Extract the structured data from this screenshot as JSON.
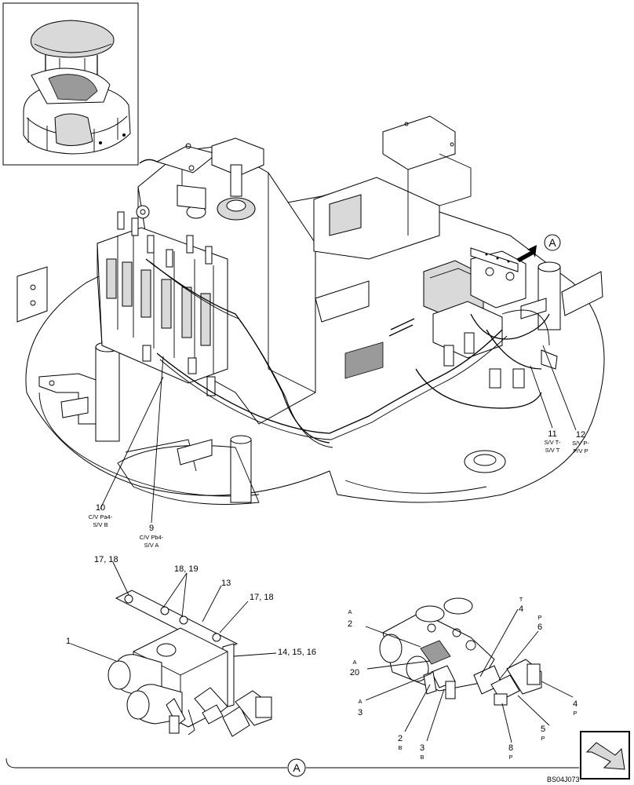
{
  "drawing_id": "BS04J073",
  "view_marker": "A",
  "colors": {
    "ink": "#000000",
    "paper": "#ffffff",
    "shade": "#d9d9d9"
  },
  "icons": {
    "nav": "next-page-arrow-icon",
    "inset": "machine-overview-inset"
  },
  "callouts": {
    "c10": {
      "num": "10",
      "l1": "C/V Pa4-",
      "l2": "S/V B"
    },
    "c9": {
      "num": "9",
      "l1": "C/V Pb4-",
      "l2": "S/V A"
    },
    "c11": {
      "num": "11",
      "l1": "S/V T-",
      "l2": "S/V T"
    },
    "c12": {
      "num": "12",
      "l1": "S/V P-",
      "l2": "P/V P"
    },
    "c1": {
      "num": "1"
    },
    "c13": {
      "num": "13"
    },
    "c1718a": {
      "num": "17, 18"
    },
    "c1819": {
      "num": "18, 19"
    },
    "c1718b": {
      "num": "17, 18"
    },
    "c141516": {
      "num": "14, 15, 16"
    },
    "c2a": {
      "num": "2",
      "sub": "A"
    },
    "c20": {
      "num": "20",
      "sub": "A"
    },
    "c3a": {
      "num": "3",
      "sub": "A"
    },
    "c2b": {
      "num": "2",
      "sub": "B"
    },
    "c3b": {
      "num": "3",
      "sub": "B"
    },
    "c4t": {
      "num": "4",
      "sub": "T"
    },
    "c6p": {
      "num": "6",
      "sub": "P"
    },
    "c4p": {
      "num": "4",
      "sub": "P"
    },
    "c5p": {
      "num": "5",
      "sub": "P"
    },
    "c8p": {
      "num": "8",
      "sub": "P"
    }
  }
}
